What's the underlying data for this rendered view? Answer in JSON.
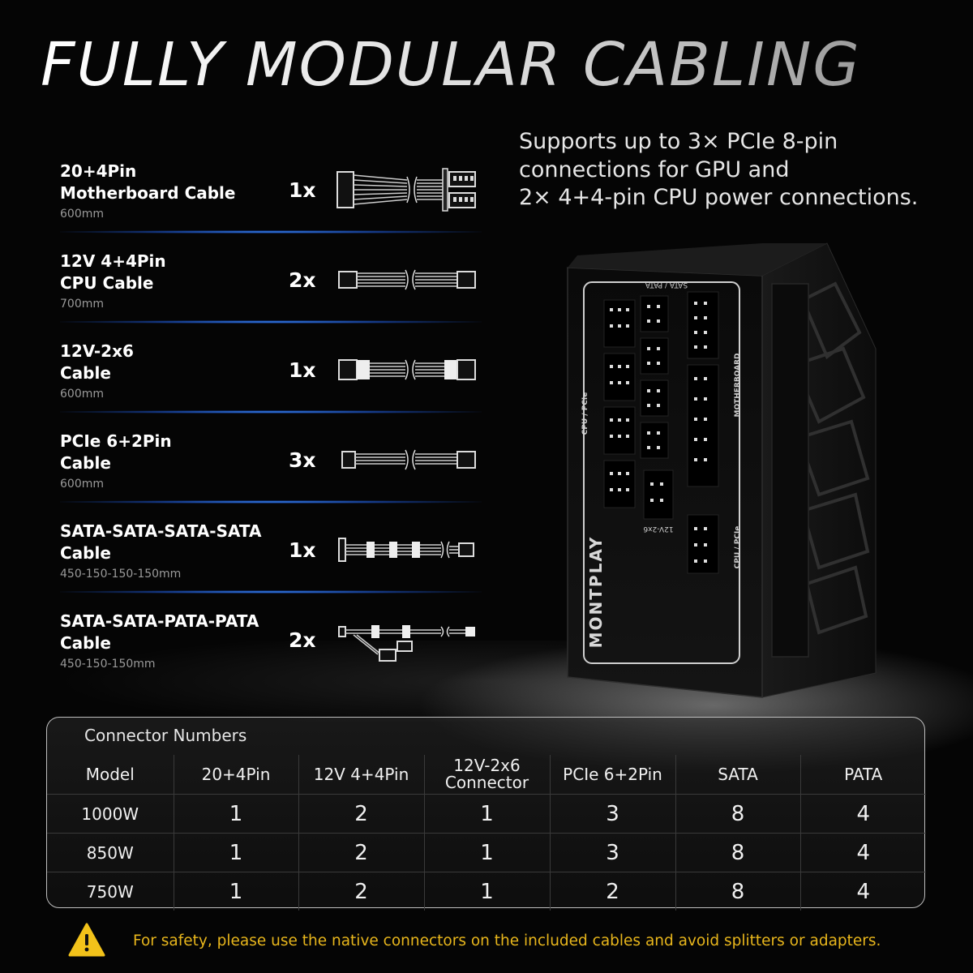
{
  "title": "FULLY MODULAR CABLING",
  "supports_lines": [
    "Supports up to 3× PCIe 8-pin",
    "connections for GPU and",
    "2× 4+4-pin CPU power connections."
  ],
  "cables": [
    {
      "name_line1": "20+4Pin",
      "name_line2": "Motherboard Cable",
      "length": "600mm",
      "qty": "1x",
      "icon": "motherboard-cable-icon"
    },
    {
      "name_line1": "12V 4+4Pin",
      "name_line2": "CPU Cable",
      "length": "700mm",
      "qty": "2x",
      "icon": "cpu-cable-icon"
    },
    {
      "name_line1": "12V-2x6",
      "name_line2": "Cable",
      "length": "600mm",
      "qty": "1x",
      "icon": "12v-2x6-cable-icon"
    },
    {
      "name_line1": "PCIe 6+2Pin",
      "name_line2": "Cable",
      "length": "600mm",
      "qty": "3x",
      "icon": "pcie-cable-icon"
    },
    {
      "name_line1": "SATA-SATA-SATA-SATA",
      "name_line2": "Cable",
      "length": "450-150-150-150mm",
      "qty": "1x",
      "icon": "sata-cable-icon"
    },
    {
      "name_line1": "SATA-SATA-PATA-PATA",
      "name_line2": "Cable",
      "length": "450-150-150mm",
      "qty": "2x",
      "icon": "sata-pata-cable-icon"
    }
  ],
  "psu": {
    "brand": "MONTPLAY",
    "label_sata_pata": "SATA / PATA",
    "label_motherboard": "MOTHERBOARD",
    "label_cpu_pcie_left": "CPU / PCIe",
    "label_cpu_pcie_right": "CPU / PCIe",
    "label_12v": "12V-2x6"
  },
  "table": {
    "title": "Connector Numbers",
    "headers": [
      "Model",
      "20+4Pin",
      "12V 4+4Pin",
      "12V-2x6 Connector",
      "PCIe 6+2Pin",
      "SATA",
      "PATA"
    ],
    "header_12v_line1": "12V-2x6",
    "header_12v_line2": "Connector",
    "rows": [
      [
        "1000W",
        "1",
        "2",
        "1",
        "3",
        "8",
        "4"
      ],
      [
        "850W",
        "1",
        "2",
        "1",
        "3",
        "8",
        "4"
      ],
      [
        "750W",
        "1",
        "2",
        "1",
        "2",
        "8",
        "4"
      ]
    ]
  },
  "warning": "For safety, please use the native connectors on the included cables and avoid splitters or adapters.",
  "colors": {
    "warning": "#e8b61c",
    "divider": "#3c8cff",
    "background": "#050505"
  }
}
